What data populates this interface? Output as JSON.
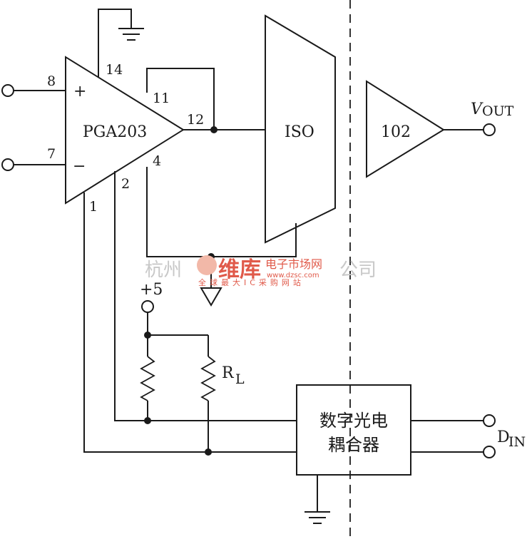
{
  "amplifier": {
    "label": "PGA203",
    "plus": "+",
    "minus": "−"
  },
  "pins": {
    "p8": "8",
    "p7": "7",
    "p14": "14",
    "p11": "11",
    "p12": "12",
    "p4": "4",
    "p2": "2",
    "p1": "1"
  },
  "iso": {
    "label": "ISO"
  },
  "buffer": {
    "label": "102"
  },
  "output": {
    "v": "V",
    "sub": "OUT"
  },
  "supply": {
    "label": "+5"
  },
  "resistor": {
    "r": "R",
    "sub": "L"
  },
  "coupler": {
    "line1": "数字光电",
    "line2": "耦合器"
  },
  "digital_in": {
    "d": "D",
    "sub": "IN"
  },
  "watermark": {
    "left": "杭州",
    "brand": "维库",
    "site_cn": "电子市场网",
    "url": "www.dzsc.com",
    "slogan": "全球最大IC采购网站",
    "right": "公司"
  }
}
